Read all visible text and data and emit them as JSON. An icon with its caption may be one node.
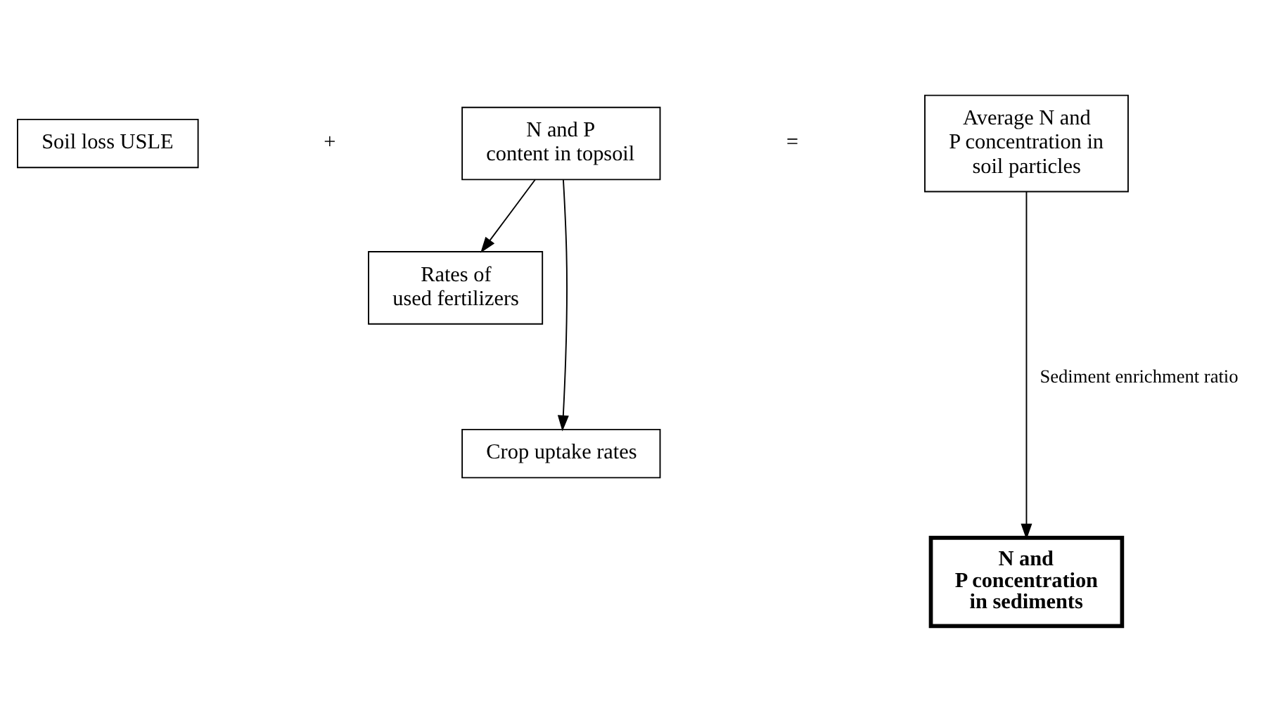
{
  "diagram": {
    "nodes": [
      {
        "text": [
          "Soil loss USLE"
        ]
      },
      {
        "text": [
          "N and P content in topsoil"
        ]
      },
      {
        "text": [
          "Average N and P concentration in soil particles"
        ]
      },
      {
        "text": [
          "Rates of used fertilizers"
        ]
      },
      {
        "text": [
          "Crop uptake rates"
        ]
      },
      {
        "text": [
          "N and P concentration in sediments"
        ]
      }
    ],
    "edges": [
      {
        "from": 1,
        "to": 3,
        "arrow": "to"
      },
      {
        "from": 1,
        "to": 4,
        "arrow": "to"
      },
      {
        "from": 2,
        "to": 5,
        "arrow": "to",
        "label": "Sediment enrichment ratio"
      }
    ],
    "labels": [
      "+",
      "="
    ]
  }
}
